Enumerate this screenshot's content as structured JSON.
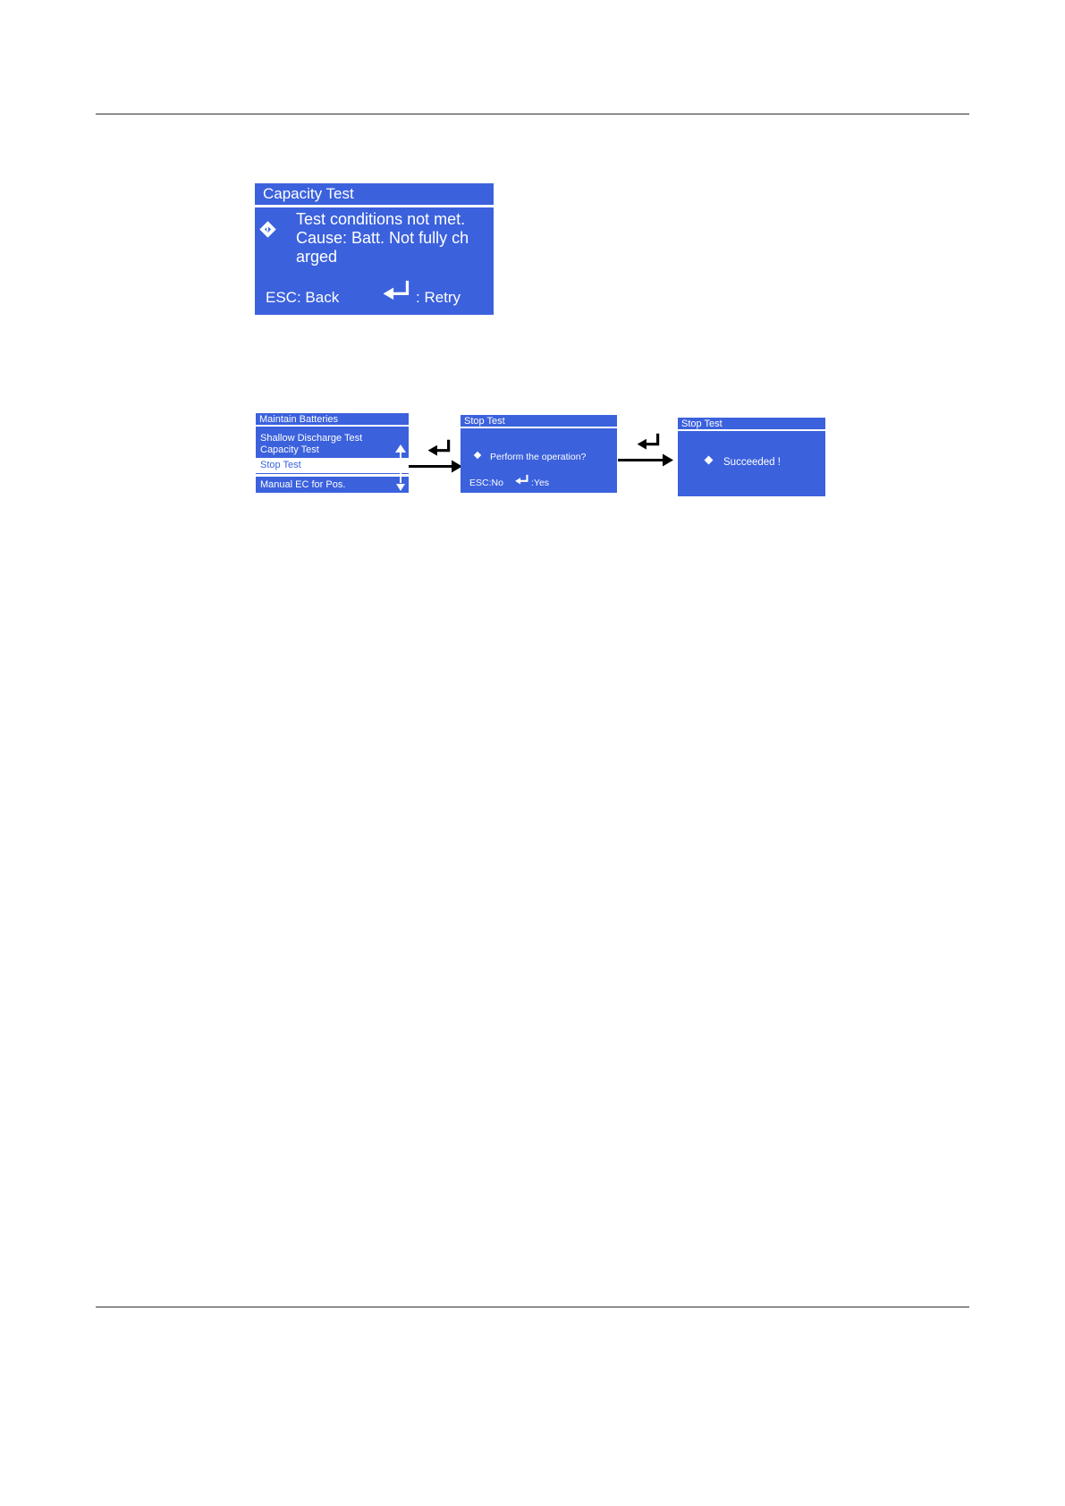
{
  "colors": {
    "screen_blue": "#3b61dd"
  },
  "icons": {
    "warning_glyph": "!"
  },
  "capacity_dialog": {
    "title": "Capacity Test",
    "line1": "Test conditions not met.",
    "line2": "Cause: Batt. Not fully ch",
    "line3": "arged",
    "esc_label": "ESC: Back",
    "enter_label": ": Retry"
  },
  "flow": {
    "menu_screen": {
      "title": "Maintain Batteries",
      "items": [
        "Shallow Discharge Test",
        "Capacity Test",
        "Stop Test",
        "Manual EC for Pos."
      ],
      "selected_item": "Stop Test"
    },
    "confirm_screen": {
      "title": "Stop Test",
      "message": "Perform the operation?",
      "esc_label": "ESC:No",
      "enter_label": ":Yes"
    },
    "result_screen": {
      "title": "Stop Test",
      "message": "Succeeded !"
    }
  }
}
